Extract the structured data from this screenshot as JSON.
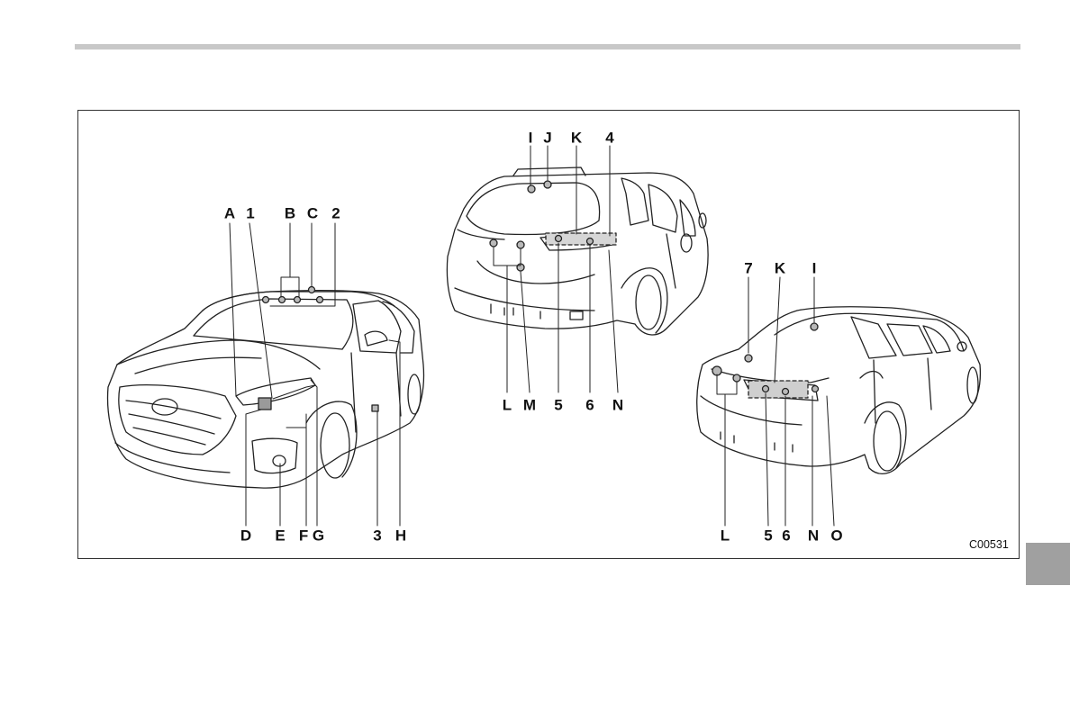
{
  "figure": {
    "code": "C00531",
    "sedan_front_labels": {
      "A": "A",
      "n1": "1",
      "B": "B",
      "C": "C",
      "n2": "2",
      "D": "D",
      "E": "E",
      "FG": "F G",
      "n3": "3",
      "H": "H"
    },
    "wagon_rear_labels": {
      "I": "I",
      "J": "J",
      "K": "K",
      "n4": "4",
      "L": "L",
      "M": "M",
      "n5": "5",
      "n6": "6",
      "N": "N"
    },
    "sedan_rear_labels": {
      "n7": "7",
      "K": "K",
      "I": "I",
      "L": "L",
      "n5": "5",
      "n6": "6",
      "N": "N",
      "O": "O"
    }
  },
  "colors": {
    "rule": "#c8c8c8",
    "frame": "#333333",
    "tab": "#a0a0a0",
    "callout_fill": "#b9b9b9"
  },
  "icons": [
    "sedan-front-illustration",
    "wagon-rear-illustration",
    "sedan-rear-illustration"
  ]
}
